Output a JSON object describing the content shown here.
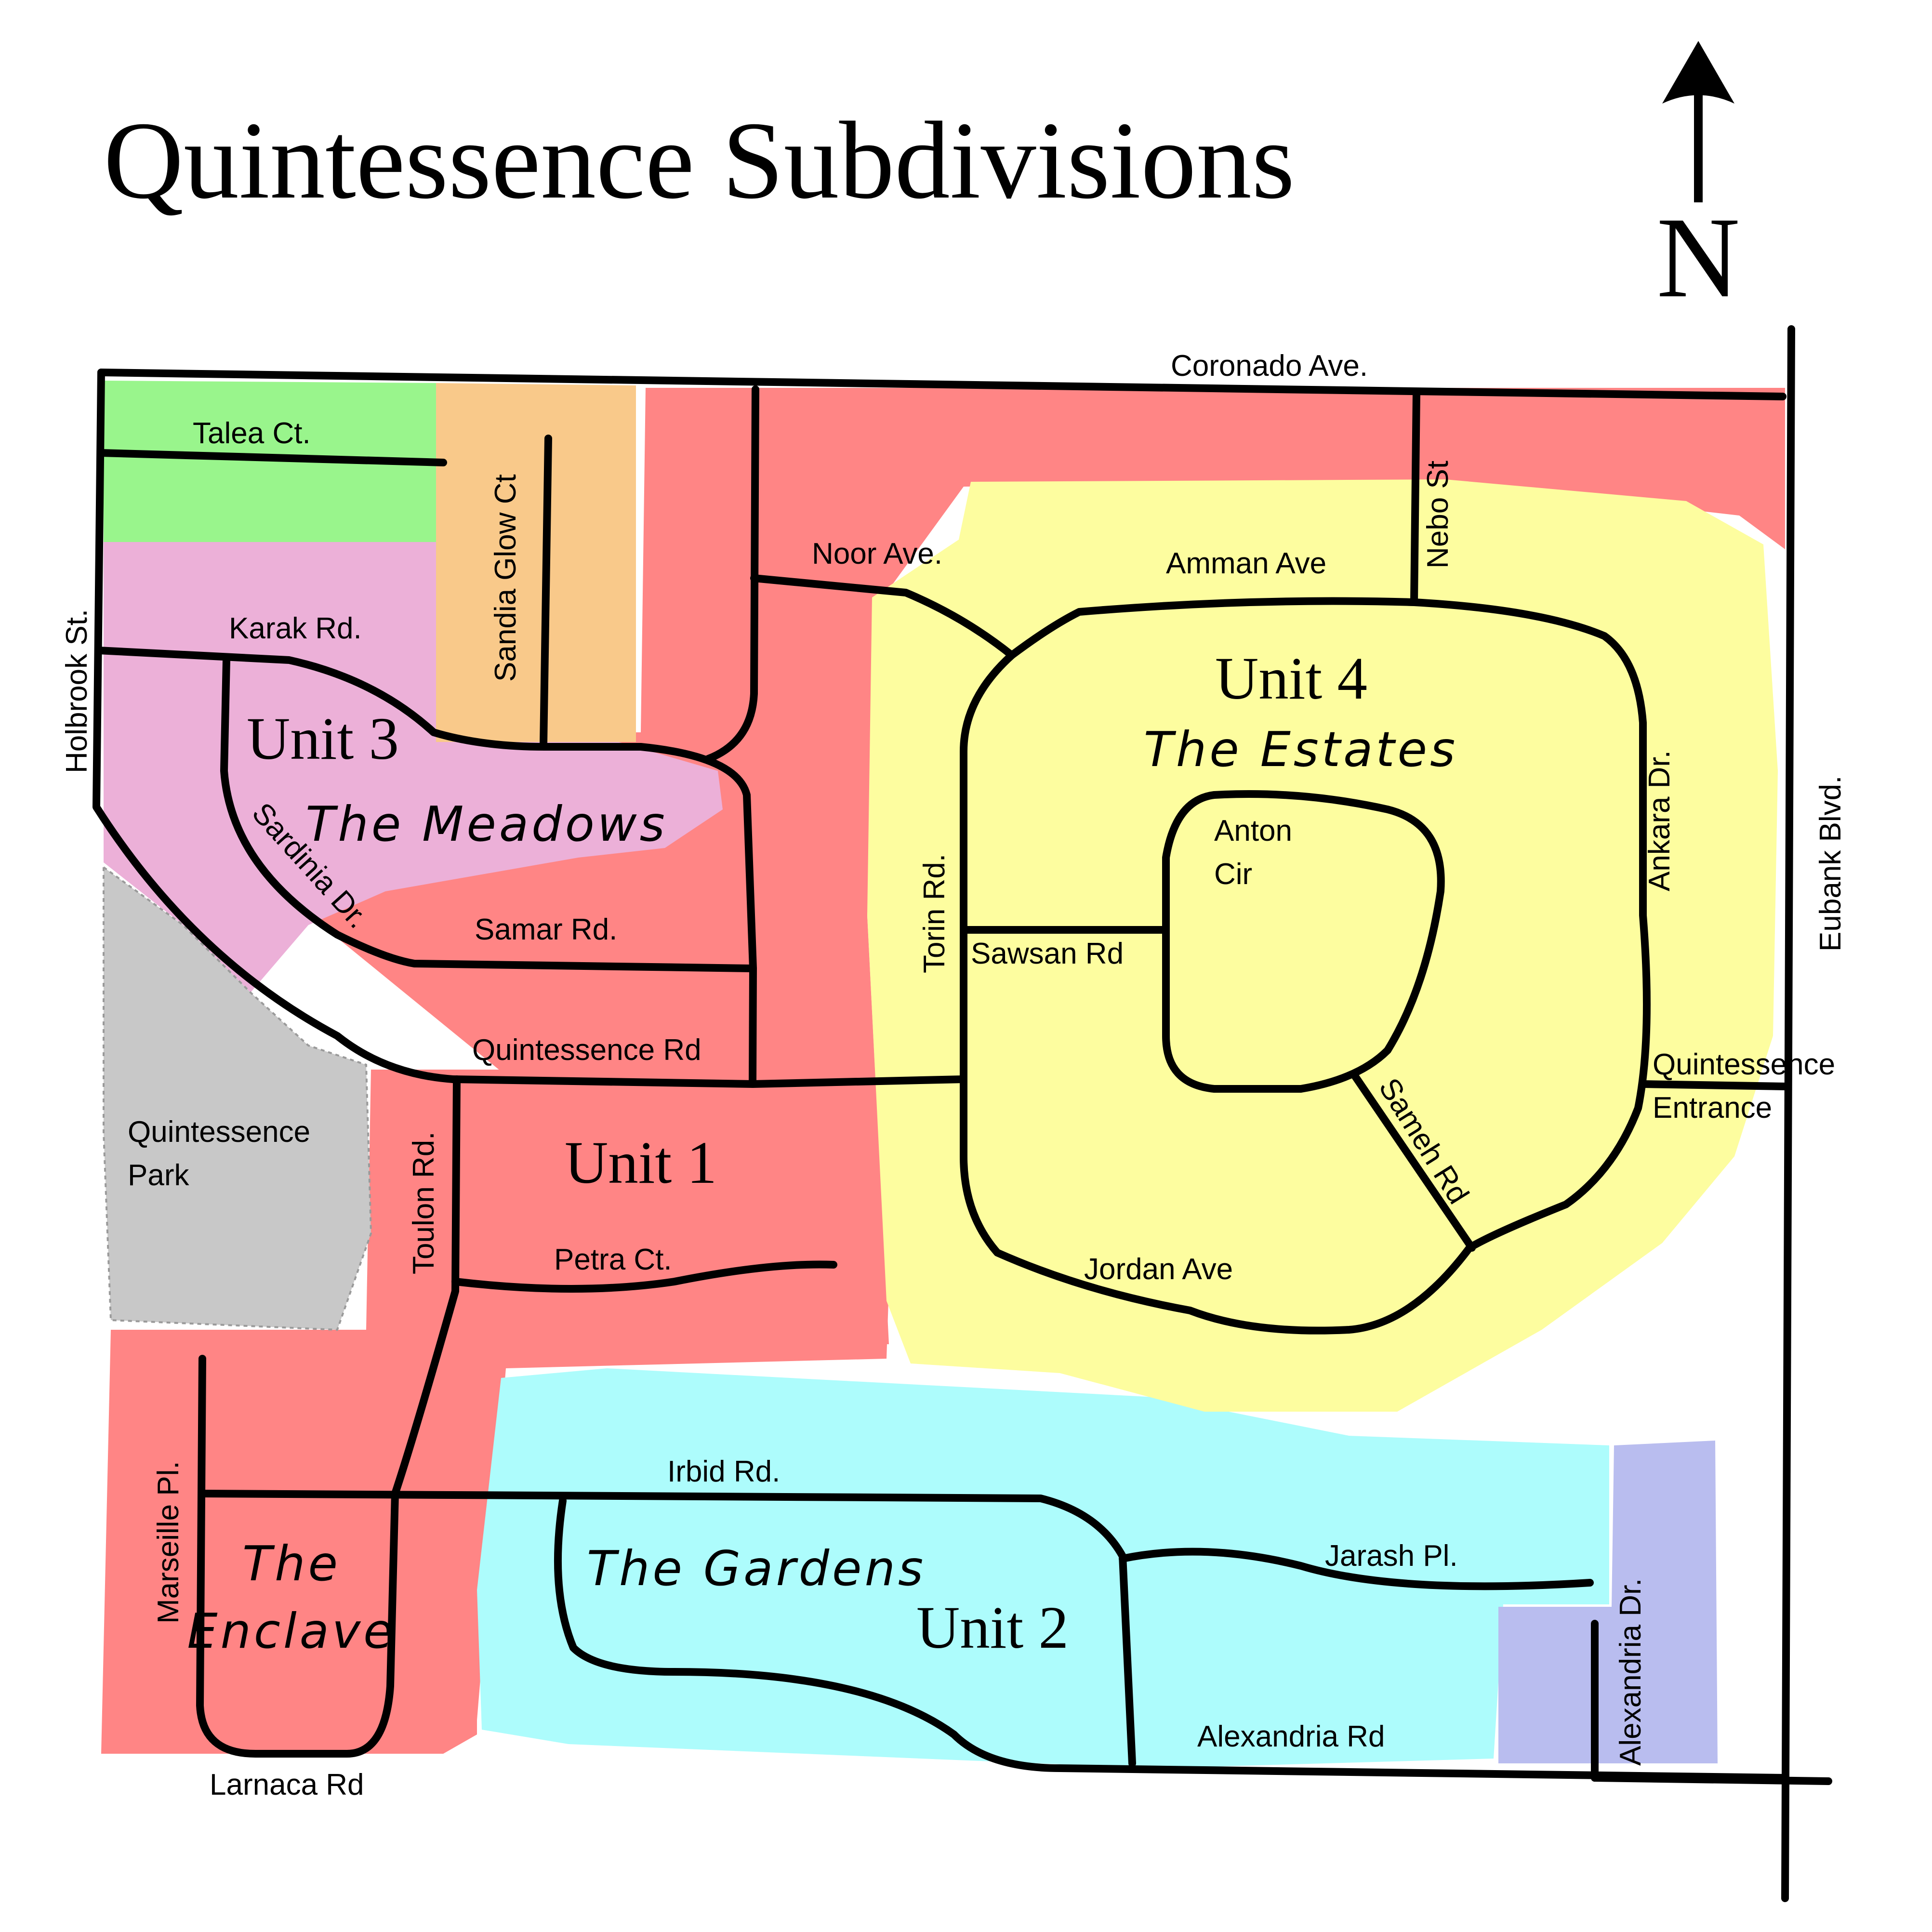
{
  "title": "Quintessence Subdivisions",
  "north_label": "N",
  "colors": {
    "unit1_enclave": "#ff8585",
    "unit2_gardens": "#adfcfc",
    "unit3_meadows": "#ecb0d8",
    "unit4_estates": "#fdfd9f",
    "talea": "#99f58c",
    "sandia_glow": "#f9c98a",
    "alexandria_lots": "#b9bdef",
    "park": "#c8c8c8",
    "roads": "#000000"
  },
  "units": {
    "unit1": {
      "label": "Unit 1"
    },
    "unit2": {
      "label": "Unit 2",
      "name": "The Gardens"
    },
    "unit3": {
      "label": "Unit 3",
      "name": "The Meadows"
    },
    "unit4": {
      "label": "Unit 4",
      "name": "The Estates"
    },
    "enclave": {
      "name_line1": "The",
      "name_line2": "Enclave"
    }
  },
  "park": {
    "line1": "Quintessence",
    "line2": "Park"
  },
  "streets": {
    "coronado": "Coronado Ave.",
    "talea": "Talea Ct.",
    "sandia": "Sandia Glow Ct",
    "holbrook": "Holbrook St.",
    "karak": "Karak Rd.",
    "sardinia": "Sardinia Dr.",
    "samar": "Samar Rd.",
    "quintessence_rd": "Quintessence Rd",
    "noor": "Noor Ave.",
    "amman": "Amman Ave",
    "nebo": "Nebo St",
    "torin": "Torin Rd.",
    "sawsan": "Sawsan Rd",
    "anton_line1": "Anton",
    "anton_line2": "Cir",
    "ankara": "Ankara Dr.",
    "eubank": "Eubank Blvd.",
    "entrance_line1": "Quintessence",
    "entrance_line2": "Entrance",
    "sameh": "Sameh Rd",
    "jordan": "Jordan Ave",
    "toulon": "Toulon Rd.",
    "petra": "Petra Ct.",
    "marseille": "Marseille Pl.",
    "larnaca": "Larnaca Rd",
    "irbid": "Irbid Rd.",
    "jarash": "Jarash Pl.",
    "alexandria_rd": "Alexandria Rd",
    "alexandria_dr": "Alexandria Dr."
  }
}
